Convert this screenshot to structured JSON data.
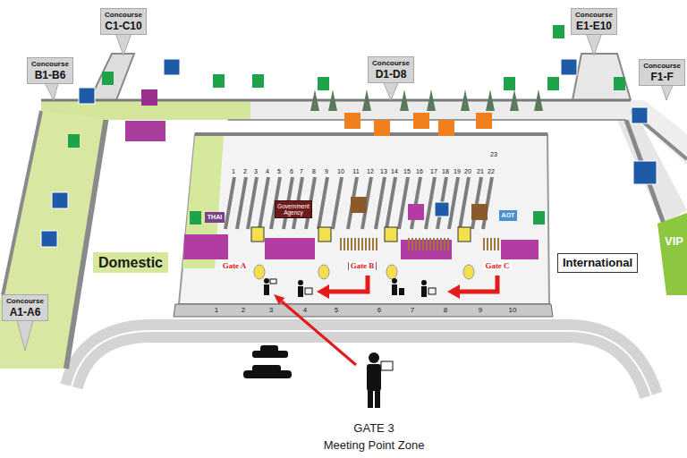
{
  "diagram": {
    "nodes": [
      {
        "text": [
          "Concourse",
          "C1-C10"
        ]
      },
      {
        "text": [
          "Concourse",
          "E1-E10"
        ]
      },
      {
        "text": [
          "Concourse",
          "B1-B6"
        ]
      },
      {
        "text": [
          "Concourse",
          "D1-D8"
        ]
      },
      {
        "text": [
          "Concourse",
          "F1-F"
        ]
      },
      {
        "text": [
          "THAI"
        ]
      },
      {
        "text": [
          "Government Agency"
        ]
      },
      {
        "text": [
          "AOT"
        ]
      },
      {
        "text": [
          "Domestic"
        ]
      },
      {
        "text": [
          "International"
        ]
      },
      {
        "text": [
          "VIP"
        ]
      },
      {
        "text": [
          "Concourse",
          "A1-A6"
        ]
      }
    ],
    "labels": [
      "1",
      "2",
      "3",
      "4",
      "5",
      "6",
      "7",
      "8",
      "9",
      "10",
      "11",
      "12",
      "13",
      "14",
      "15",
      "16",
      "17",
      "18",
      "19",
      "20",
      "21",
      "22",
      "23",
      "1",
      "2",
      "3",
      "4",
      "5",
      "6",
      "7",
      "8",
      "9",
      "10",
      "Gate A",
      "Gate B",
      "Gate C",
      "GATE 3",
      "Meeting Point Zone"
    ]
  }
}
